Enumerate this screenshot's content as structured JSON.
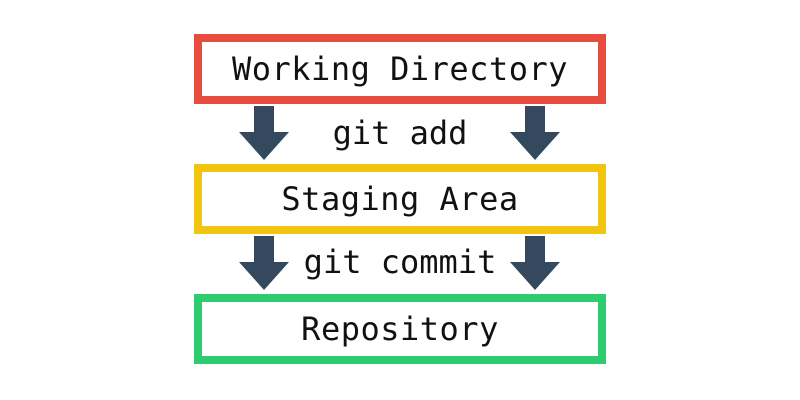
{
  "diagram": {
    "stages": [
      {
        "label": "Working Directory",
        "color": "#e74c3c"
      },
      {
        "label": "Staging Area",
        "color": "#f1c40f"
      },
      {
        "label": "Repository",
        "color": "#2ecc71"
      }
    ],
    "commands": [
      {
        "label": "git add"
      },
      {
        "label": "git commit"
      }
    ],
    "arrow_color": "#34495e",
    "arrow_icon": "down-arrow-icon"
  }
}
